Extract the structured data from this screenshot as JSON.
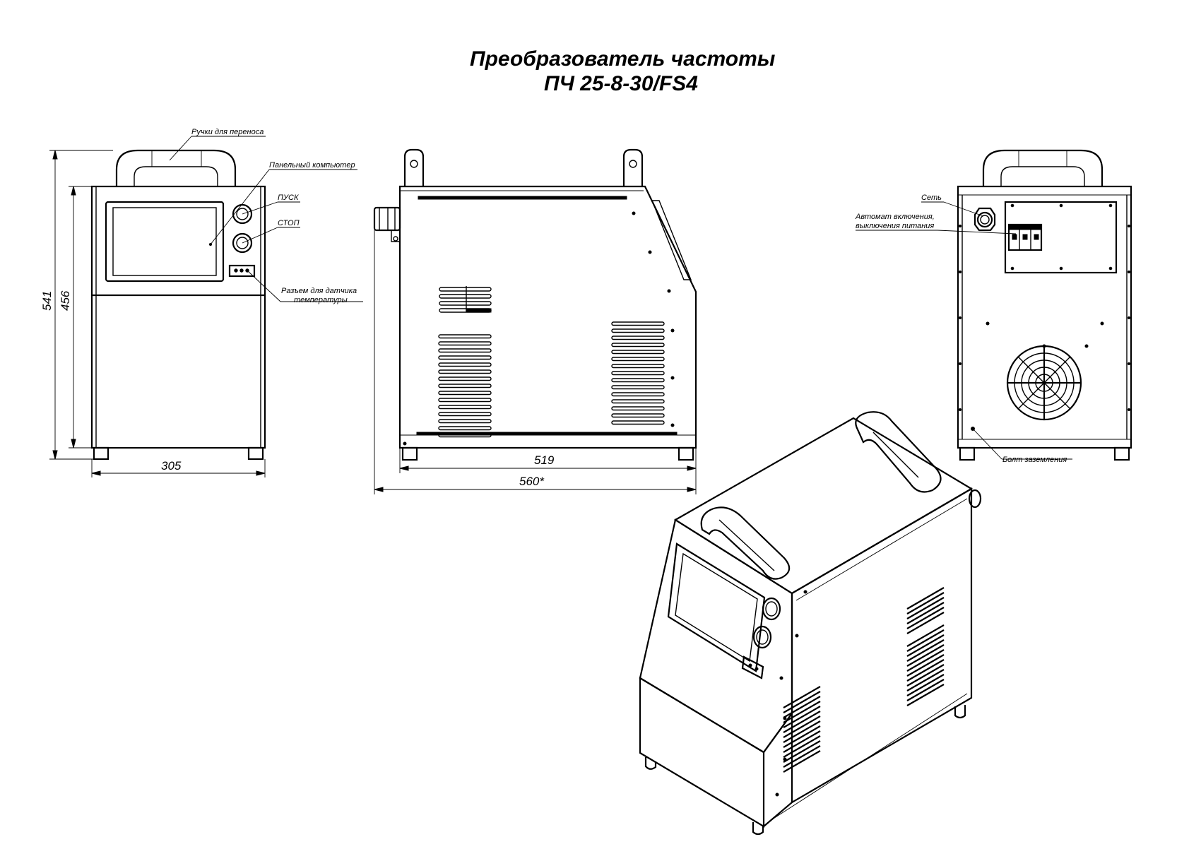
{
  "title": {
    "line1": "Преобразователь частоты",
    "line2": "ПЧ 25-8-30/FS4"
  },
  "dimensions": {
    "total_height": "541",
    "body_height": "456",
    "width": "305",
    "depth_body": "519",
    "depth_total": "560*"
  },
  "callouts": {
    "handles": "Ручки для переноса",
    "panel_pc": "Панельный компьютер",
    "start": "ПУСК",
    "stop": "СТОП",
    "temp_sensor_1": "Разъем для датчика",
    "temp_sensor_2": "температуры",
    "mains": "Сеть",
    "breaker_1": "Автомат включения,",
    "breaker_2": "выключения питания",
    "ground_bolt": "Болт заземления"
  }
}
